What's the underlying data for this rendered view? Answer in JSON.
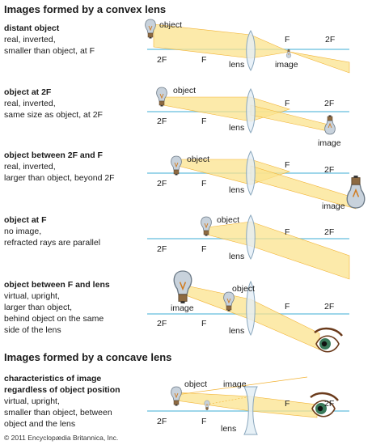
{
  "sections": {
    "convex_title": "Images formed by a convex lens",
    "concave_title": "Images formed by a concave lens"
  },
  "cases": [
    {
      "title": "distant object",
      "desc": "real, inverted,\nsmaller than object, at F"
    },
    {
      "title": "object at 2F",
      "desc": "real, inverted,\nsame size as object, at 2F"
    },
    {
      "title": "object between 2F and F",
      "desc": "real, inverted,\nlarger than object, beyond 2F"
    },
    {
      "title": "object at F",
      "desc": "no image,\nrefracted rays are parallel"
    },
    {
      "title": "object between F and lens",
      "desc": "virtual, upright,\nlarger than object,\nbehind object on the same\nside of the lens"
    },
    {
      "title": "characteristics of image\nregardless of object position",
      "desc": "virtual, upright,\nsmaller than object, between\nobject and the lens"
    }
  ],
  "labels": {
    "object": "object",
    "image": "image",
    "lens": "lens",
    "focal": "F",
    "double_focal": "2F"
  },
  "colors": {
    "axis": "#7ec8e3",
    "ray_fill": "#fbe38e",
    "ray_stroke": "#f2b233",
    "lens_fill": "#e3eef6",
    "lens_stroke": "#8aa7bd",
    "bulb": "#c8d2dc"
  },
  "credit": "© 2011 Encyclopædia Britannica, Inc."
}
